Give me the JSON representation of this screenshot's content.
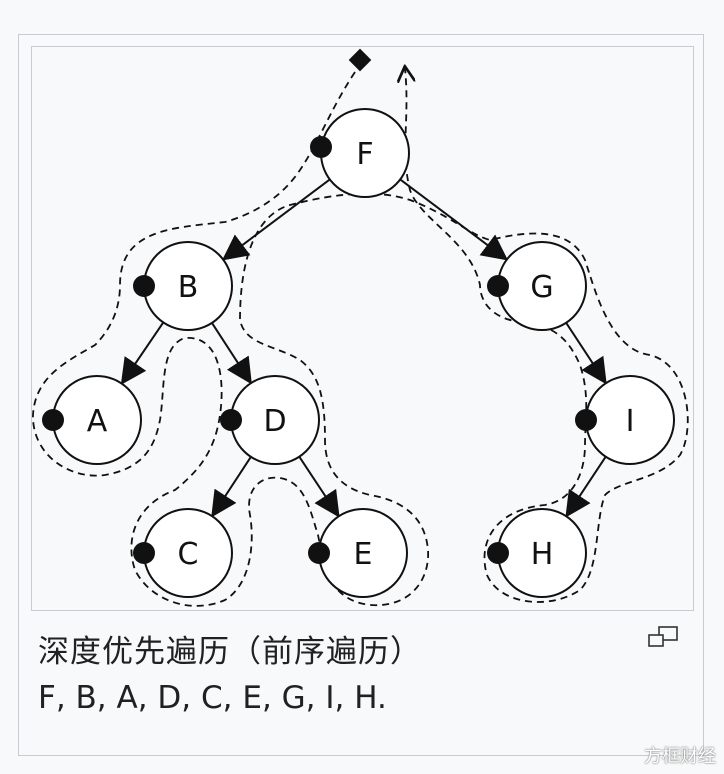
{
  "diagram": {
    "nodes": [
      {
        "id": "F",
        "label": "F"
      },
      {
        "id": "B",
        "label": "B"
      },
      {
        "id": "G",
        "label": "G"
      },
      {
        "id": "A",
        "label": "A"
      },
      {
        "id": "D",
        "label": "D"
      },
      {
        "id": "I",
        "label": "I"
      },
      {
        "id": "C",
        "label": "C"
      },
      {
        "id": "E",
        "label": "E"
      },
      {
        "id": "H",
        "label": "H"
      }
    ],
    "edges": [
      [
        "F",
        "B"
      ],
      [
        "F",
        "G"
      ],
      [
        "B",
        "A"
      ],
      [
        "B",
        "D"
      ],
      [
        "D",
        "C"
      ],
      [
        "D",
        "E"
      ],
      [
        "G",
        "I"
      ],
      [
        "I",
        "H"
      ]
    ]
  },
  "caption": {
    "title": "深度优先遍历（前序遍历）",
    "sequence": "F, B, A, D, C, E, G, I, H."
  },
  "watermark": "方框财经",
  "icons": {
    "magnify": "enlarge-icon"
  }
}
